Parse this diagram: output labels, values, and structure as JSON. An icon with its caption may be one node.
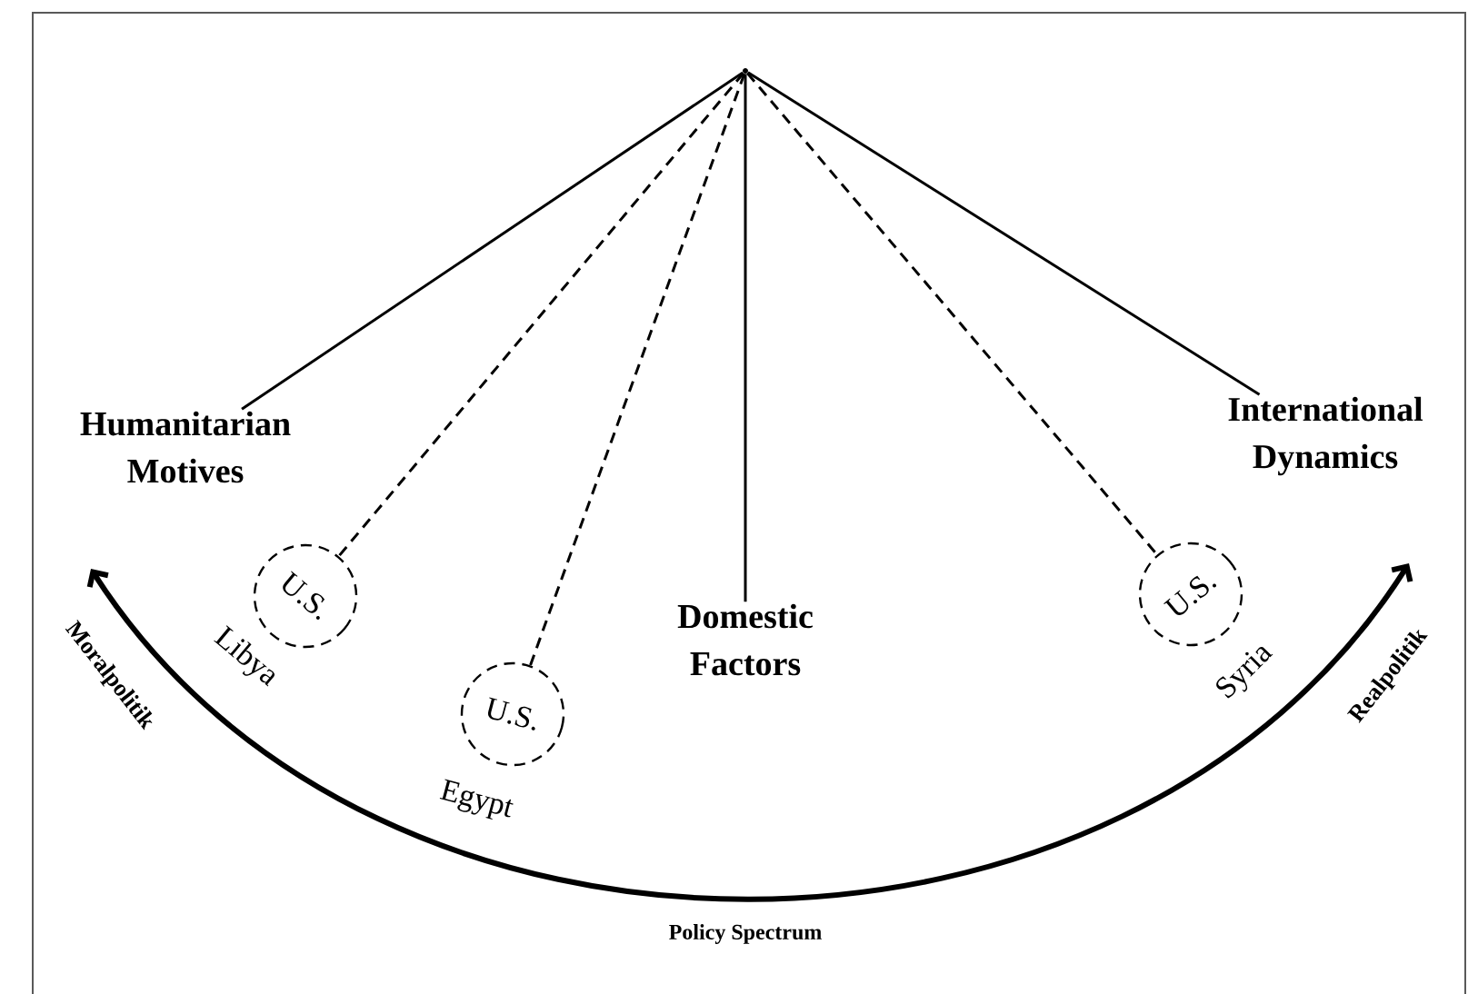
{
  "diagram": {
    "nodes": [
      {
        "text": [],
        "shape": "circle"
      },
      {
        "text": [
          "Humanitarian Motives"
        ]
      },
      {
        "text": [
          "Domestic Factors"
        ]
      },
      {
        "text": [
          "International Dynamics"
        ]
      },
      {
        "text": [
          "U.S."
        ],
        "beside": [
          "Libya"
        ]
      },
      {
        "text": [
          "U.S."
        ],
        "beside": [
          "Egypt"
        ]
      },
      {
        "text": [
          "U.S."
        ],
        "beside": [
          "Syria"
        ]
      }
    ],
    "edges": [
      {
        "from": 0,
        "to": 1,
        "arrow": "none"
      },
      {
        "from": 0,
        "to": 4,
        "arrow": "none",
        "style": "dashed"
      },
      {
        "from": 0,
        "to": 5,
        "arrow": "none",
        "style": "dashed"
      },
      {
        "from": 0,
        "to": 2,
        "arrow": "none"
      },
      {
        "from": 0,
        "to": 6,
        "arrow": "none",
        "style": "dashed"
      },
      {
        "from": 0,
        "to": 3,
        "arrow": "none"
      }
    ],
    "labels": [
      "Moralpolitik",
      "Realpolitik",
      "Policy Spectrum"
    ]
  }
}
